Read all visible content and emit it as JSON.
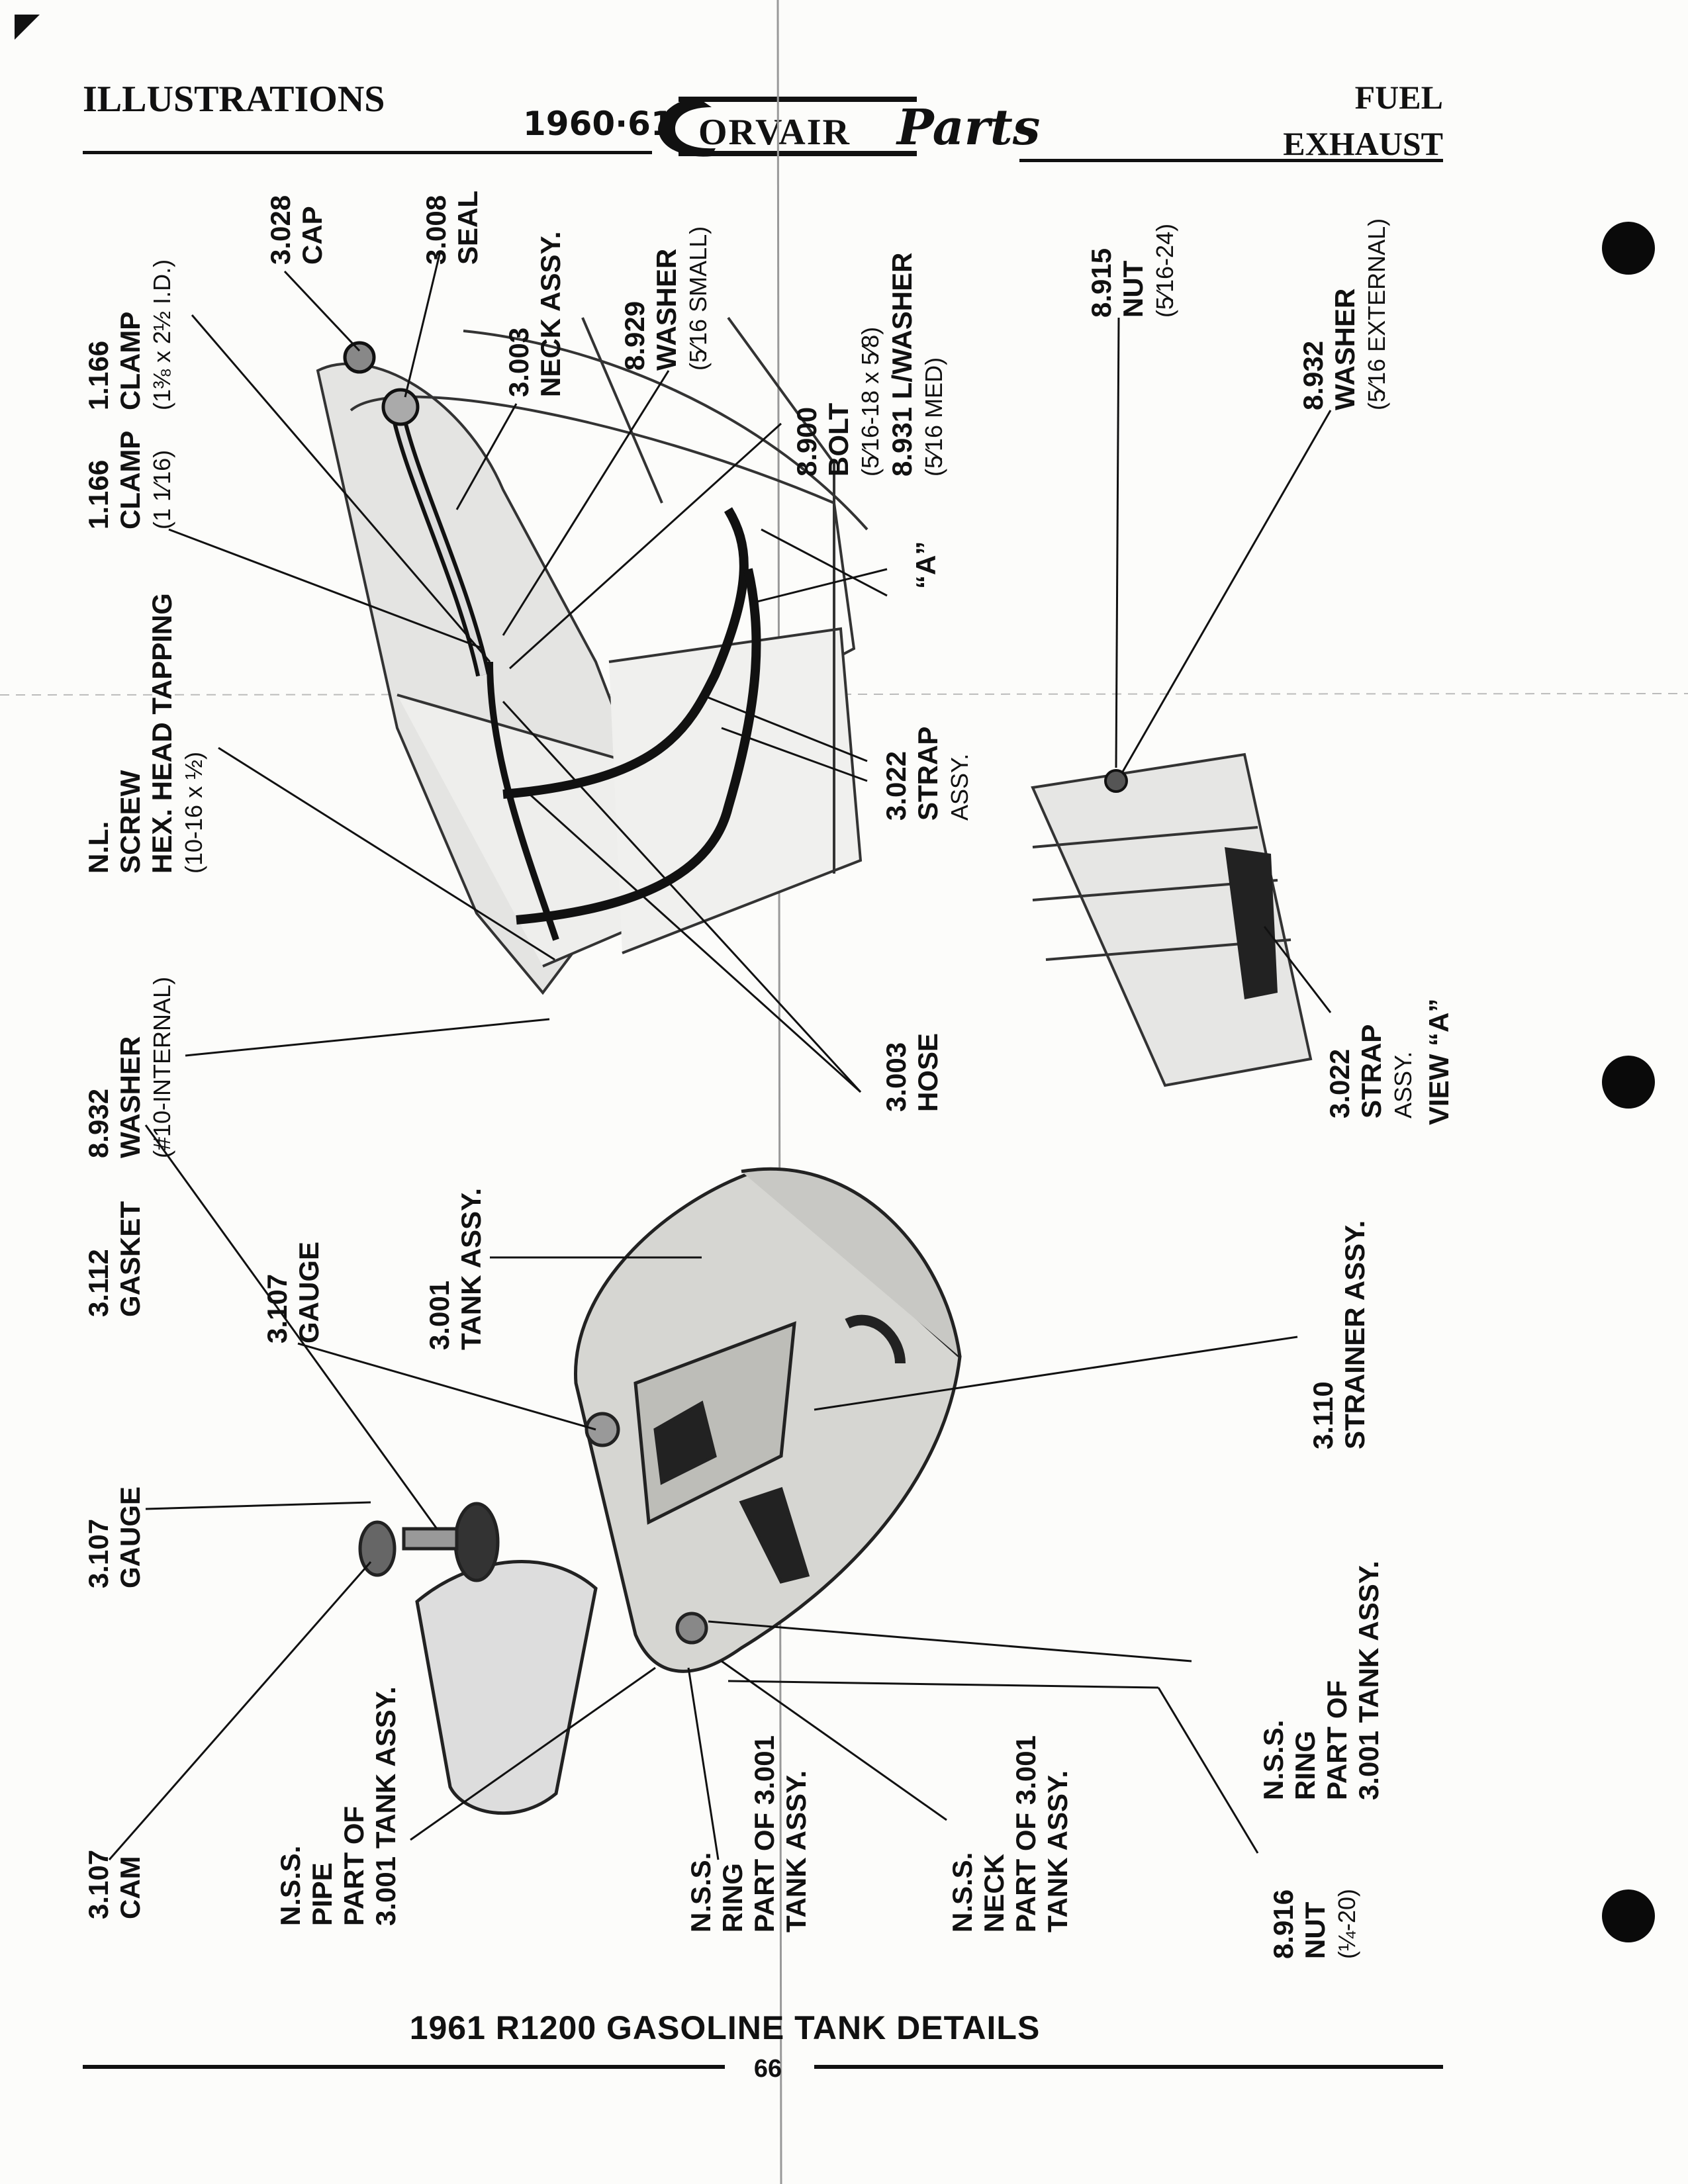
{
  "header": {
    "left": "ILLUSTRATIONS",
    "years": "1960·61",
    "brand": "ORVAIR",
    "script": "Parts",
    "right_top": "FUEL",
    "right_bottom": "EXHAUST"
  },
  "footer": {
    "title": "1961 R1200 GASOLINE TANK DETAILS",
    "page": "66"
  },
  "labels": {
    "clamp1": [
      "1.166",
      "CLAMP",
      "(1⅜ x 2½ I.D.)"
    ],
    "cap": [
      "3.028",
      "CAP"
    ],
    "seal": [
      "3.008",
      "SEAL"
    ],
    "neck": [
      "3.003",
      "NECK ASSY."
    ],
    "washer1": [
      "8.929",
      "WASHER",
      "(5⁄16 SMALL)"
    ],
    "bolt": [
      "8.900",
      "BOLT",
      "(5⁄16-18 x 5⁄8)",
      "8.931 L/WASHER",
      "(5⁄16 MED)"
    ],
    "nut1": [
      "8.915",
      "NUT",
      "(5⁄16-24)"
    ],
    "washer2": [
      "8.932",
      "WASHER",
      "(5⁄16 EXTERNAL)"
    ],
    "clamp2": [
      "1.166",
      "CLAMP",
      "(1 1⁄16)"
    ],
    "screw": [
      "N.L.",
      "SCREW",
      "HEX. HEAD TAPPING",
      "(10-16 x ½)"
    ],
    "washer3": [
      "8.932",
      "WASHER",
      "(#10-INTERNAL)"
    ],
    "strap": [
      "3.022",
      "STRAP",
      "ASSY."
    ],
    "hose": [
      "3.003",
      "HOSE"
    ],
    "a_mark": "“A”",
    "strap_view": [
      "3.022",
      "STRAP",
      "ASSY."
    ],
    "view_a": "VIEW “A”",
    "gasket": [
      "3.112",
      "GASKET"
    ],
    "gauge_tank": [
      "3.107",
      "GAUGE"
    ],
    "tank": [
      "3.001",
      "TANK ASSY."
    ],
    "strainer": [
      "3.110",
      "STRAINER ASSY."
    ],
    "gauge_left": [
      "3.107",
      "GAUGE"
    ],
    "ring_tank": [
      "N.S.S.",
      "RING",
      "PART OF",
      "3.001 TANK ASSY."
    ],
    "cam": [
      "3.107",
      "CAM"
    ],
    "pipe": [
      "N.S.S.",
      "PIPE",
      "PART OF",
      "3.001 TANK ASSY."
    ],
    "ring": [
      "N.S.S.",
      "RING",
      "PART OF 3.001",
      "TANK ASSY."
    ],
    "neck2": [
      "N.S.S.",
      "NECK",
      "PART OF 3.001",
      "TANK ASSY."
    ],
    "nut2": [
      "8.916",
      "NUT",
      "(¼-20)"
    ]
  }
}
